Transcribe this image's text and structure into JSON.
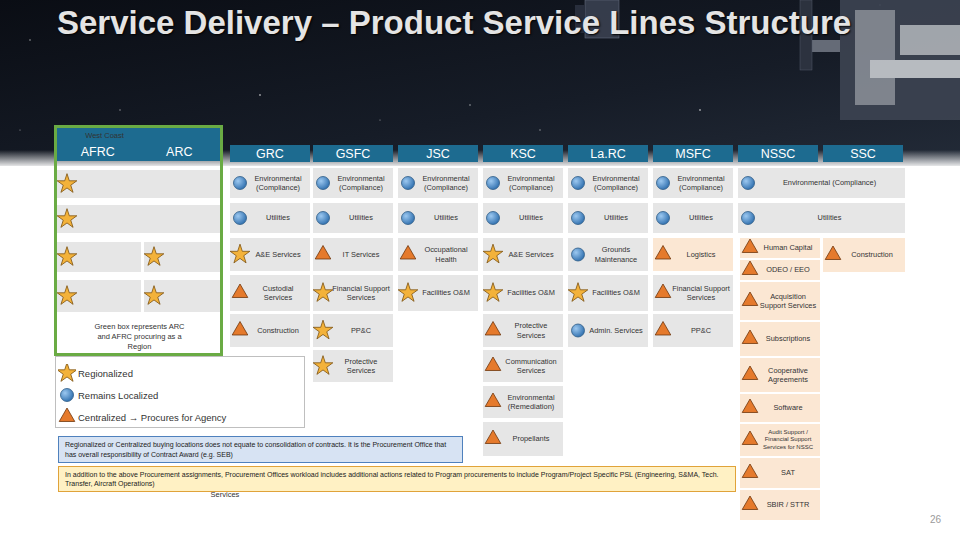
{
  "diagram": {
    "title": "Service Delivery – Product Service Lines Structure",
    "nodes": [
      {
        "text": [
          "Green box represents ARC and AFRC procuring as a Region"
        ]
      },
      {
        "text": [
          "West Coast",
          "AFRC",
          "ARC"
        ],
        "in": 0
      },
      {
        "text": [
          "Environmental (Compliance)"
        ],
        "in": 0
      },
      {
        "text": [
          "Utilities"
        ],
        "in": 0
      },
      {
        "text": [
          "Construction"
        ],
        "in": 0
      },
      {
        "text": [
          "Facilities O&M"
        ],
        "in": 0
      },
      {
        "text": [
          "A&E Services"
        ],
        "in": 0
      },
      {
        "text": [
          "Protective Services"
        ],
        "in": 0
      },
      {
        "text": [
          "GRC"
        ]
      },
      {
        "text": [
          "GSFC"
        ]
      },
      {
        "text": [
          "JSC"
        ]
      },
      {
        "text": [
          "KSC"
        ]
      },
      {
        "text": [
          "La.RC"
        ]
      },
      {
        "text": [
          "MSFC"
        ]
      },
      {
        "text": [
          "NSSC"
        ]
      },
      {
        "text": [
          "SSC"
        ]
      },
      {
        "text": [
          "Environmental (Compliance)"
        ]
      },
      {
        "text": [
          "Utilities"
        ]
      },
      {
        "text": [
          "A&E Services"
        ]
      },
      {
        "text": [
          "Custodial Services"
        ]
      },
      {
        "text": [
          "Construction"
        ]
      },
      {
        "text": [
          "Environmental (Compliance)"
        ]
      },
      {
        "text": [
          "Utilities"
        ]
      },
      {
        "text": [
          "IT Services"
        ]
      },
      {
        "text": [
          "Financial Support Services"
        ]
      },
      {
        "text": [
          "PP&C"
        ]
      },
      {
        "text": [
          "Protective Services"
        ]
      },
      {
        "text": [
          "Environmental (Compliance)"
        ]
      },
      {
        "text": [
          "Utilities"
        ]
      },
      {
        "text": [
          "Occupational Health"
        ]
      },
      {
        "text": [
          "Facilities O&M"
        ]
      },
      {
        "text": [
          "Environmental (Compliance)"
        ]
      },
      {
        "text": [
          "Utilities"
        ]
      },
      {
        "text": [
          "A&E Services"
        ]
      },
      {
        "text": [
          "Facilities O&M"
        ]
      },
      {
        "text": [
          "Protective Services"
        ]
      },
      {
        "text": [
          "Communication Services"
        ]
      },
      {
        "text": [
          "Environmental (Remediation)"
        ]
      },
      {
        "text": [
          "Propellants"
        ]
      },
      {
        "text": [
          "Environmental (Compliance)"
        ]
      },
      {
        "text": [
          "Utilities"
        ]
      },
      {
        "text": [
          "Grounds Maintenance"
        ]
      },
      {
        "text": [
          "Facilities O&M"
        ]
      },
      {
        "text": [
          "Admin. Services"
        ]
      },
      {
        "text": [
          "Environmental (Compliance)"
        ]
      },
      {
        "text": [
          "Utilities"
        ]
      },
      {
        "text": [
          "Logistics"
        ]
      },
      {
        "text": [
          "Financial Support Services"
        ]
      },
      {
        "text": [
          "PP&C"
        ]
      },
      {
        "text": [
          "Environmental (Compliance)"
        ]
      },
      {
        "text": [
          "Utilities"
        ]
      },
      {
        "text": [
          "Human Capital"
        ]
      },
      {
        "text": [
          "ODEO / EEO"
        ]
      },
      {
        "text": [
          "Acquisition Support Services"
        ]
      },
      {
        "text": [
          "Subscriptions"
        ]
      },
      {
        "text": [
          "Cooperative Agreements"
        ]
      },
      {
        "text": [
          "Software"
        ]
      },
      {
        "text": [
          "Audit Support / Financial Support Services for NSSC"
        ]
      },
      {
        "text": [
          "SAT"
        ]
      },
      {
        "text": [
          "SBIR / STTR"
        ]
      },
      {
        "text": [
          "Construction"
        ]
      },
      {
        "text": [
          "Regionalized or Centralized buying locations does not equate to consolidation of contracts. It is the Procurement Office that has overall responsibility of Contract Award (e.g. SEB)"
        ]
      },
      {
        "text": [
          "In addition to the above Procurement assignments, Procurement Offices workload includes additional actions related to Program procurements to include Program/Project Specific PSL (Engineering, S&MA, Tech. Transfer, Aircraft Operations)"
        ]
      }
    ],
    "labels": [
      "26"
    ],
    "legend": [
      {
        "text": "Regionalized"
      },
      {
        "text": "Remains Localized"
      },
      {
        "text": "Centralized → Procures for Agency"
      }
    ]
  }
}
